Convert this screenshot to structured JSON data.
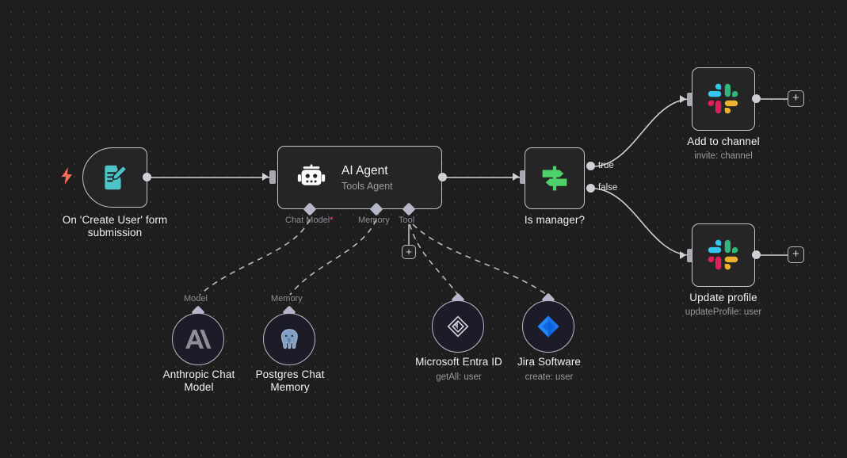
{
  "canvas": {
    "background_color": "#1e1e1e",
    "grid_dot_color": "#3a3a3a"
  },
  "nodes": {
    "form_trigger": {
      "title": "On 'Create User' form\nsubmission",
      "icon": "form-edit-icon",
      "icon_color": "#4ec3c9",
      "trigger_icon": "lightning-bolt-icon",
      "trigger_icon_color": "#ff6d5a"
    },
    "ai_agent": {
      "title": "AI Agent",
      "subtitle": "Tools Agent",
      "icon": "robot-icon",
      "icon_color": "#ffffff",
      "connectors": [
        {
          "label": "Chat Model",
          "required_marker": "*"
        },
        {
          "label": "Memory",
          "required_marker": ""
        },
        {
          "label": "Tool",
          "required_marker": ""
        }
      ]
    },
    "is_manager": {
      "title": "Is manager?",
      "icon": "signpost-icon",
      "icon_color": "#4ed16a",
      "outputs": [
        "true",
        "false"
      ]
    },
    "add_to_channel": {
      "title": "Add to channel",
      "subtitle": "invite: channel",
      "icon": "slack-icon",
      "add_button_label": "+"
    },
    "update_profile": {
      "title": "Update profile",
      "subtitle": "updateProfile: user",
      "icon": "slack-icon",
      "add_button_label": "+"
    },
    "anthropic_chat_model": {
      "title": "Anthropic Chat\nModel",
      "connector_label": "Model",
      "icon": "anthropic-icon",
      "icon_color": "#8e8e99"
    },
    "postgres_chat_memory": {
      "title": "Postgres Chat\nMemory",
      "connector_label": "Memory",
      "icon": "postgres-elephant-icon",
      "icon_color": "#7f9fc4"
    },
    "microsoft_entra_id": {
      "title": "Microsoft Entra ID",
      "subtitle": "getAll: user",
      "icon": "microsoft-entra-id-icon",
      "icon_color": "#d5d5e0"
    },
    "jira_software": {
      "title": "Jira Software",
      "subtitle": "create: user",
      "icon": "jira-icon",
      "icon_color": "#2684ff"
    }
  },
  "tool_add_button": {
    "label": "+"
  },
  "colors": {
    "node_border": "#c4c4c8",
    "node_fill": "#252525",
    "edge": "#d0d0d4",
    "dashed_edge": "#b9b9bf",
    "text_primary": "#f2f2f2",
    "text_secondary": "#9a9a9f",
    "slack_blue": "#36c5f0",
    "slack_green": "#2eb67d",
    "slack_red": "#e01e5a",
    "slack_yellow": "#ecb22e"
  }
}
